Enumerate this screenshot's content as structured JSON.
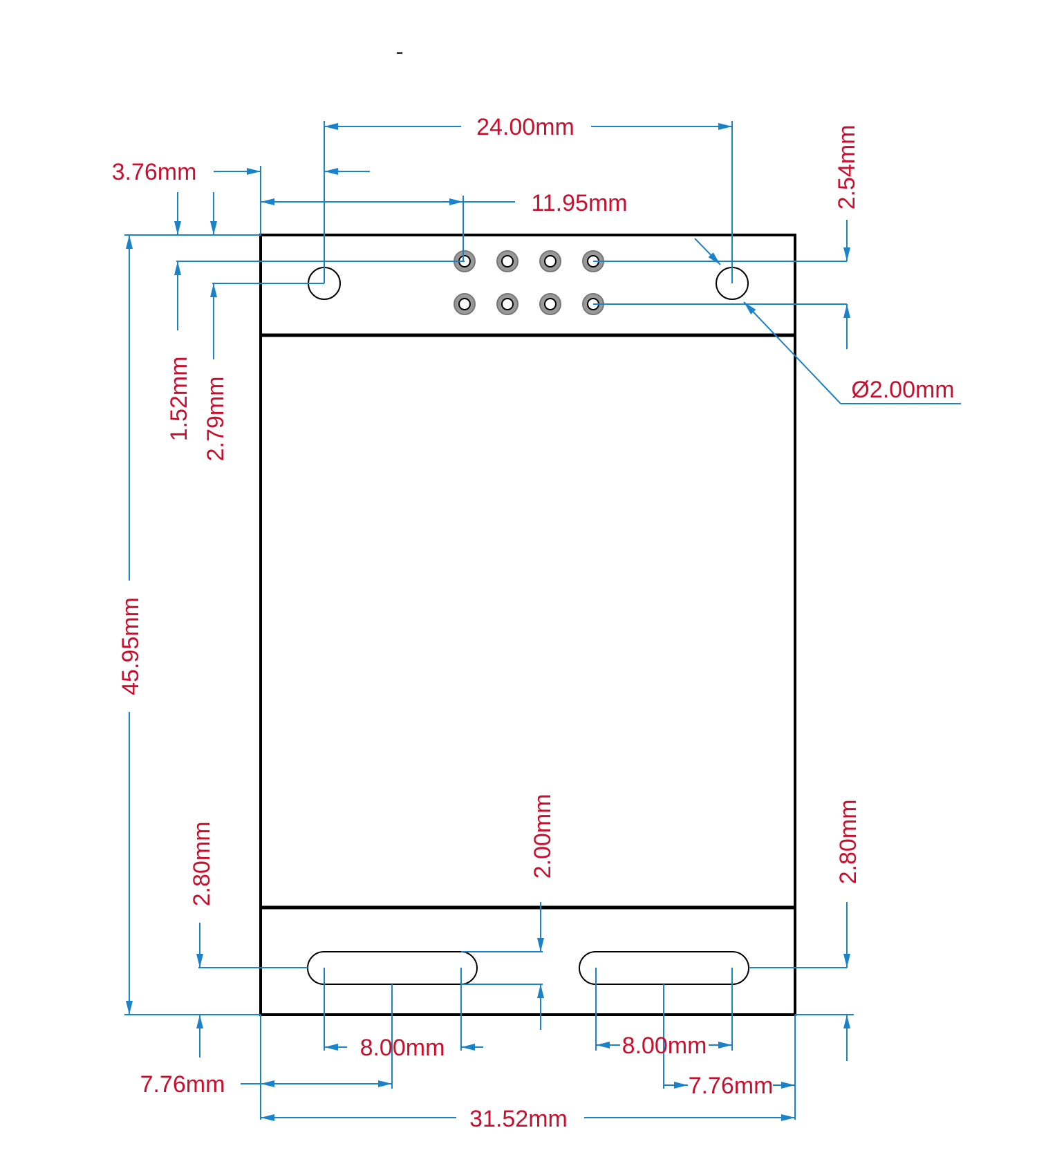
{
  "drawing": {
    "top_mark": "-",
    "colors": {
      "dimension_line": "#1a82c8",
      "dimension_text": "#c8102e",
      "outline": "#000000",
      "pin_ring": "#999999"
    },
    "dimensions": {
      "hole_spacing": "24.00mm",
      "left_offset": "3.76mm",
      "pin_offset": "11.95mm",
      "pin_row_offset": "2.54mm",
      "hole_row_offset_1": "1.52mm",
      "hole_row_offset_2": "2.79mm",
      "hole_diameter": "Ø2.00mm",
      "board_height": "45.95mm",
      "slot_offset_left": "2.80mm",
      "slot_width": "2.00mm",
      "slot_offset_right": "2.80mm",
      "slot_length_left": "8.00mm",
      "slot_length_right": "8.00mm",
      "slot_center_left": "7.76mm",
      "slot_center_right": "7.76mm",
      "board_width": "31.52mm"
    }
  }
}
